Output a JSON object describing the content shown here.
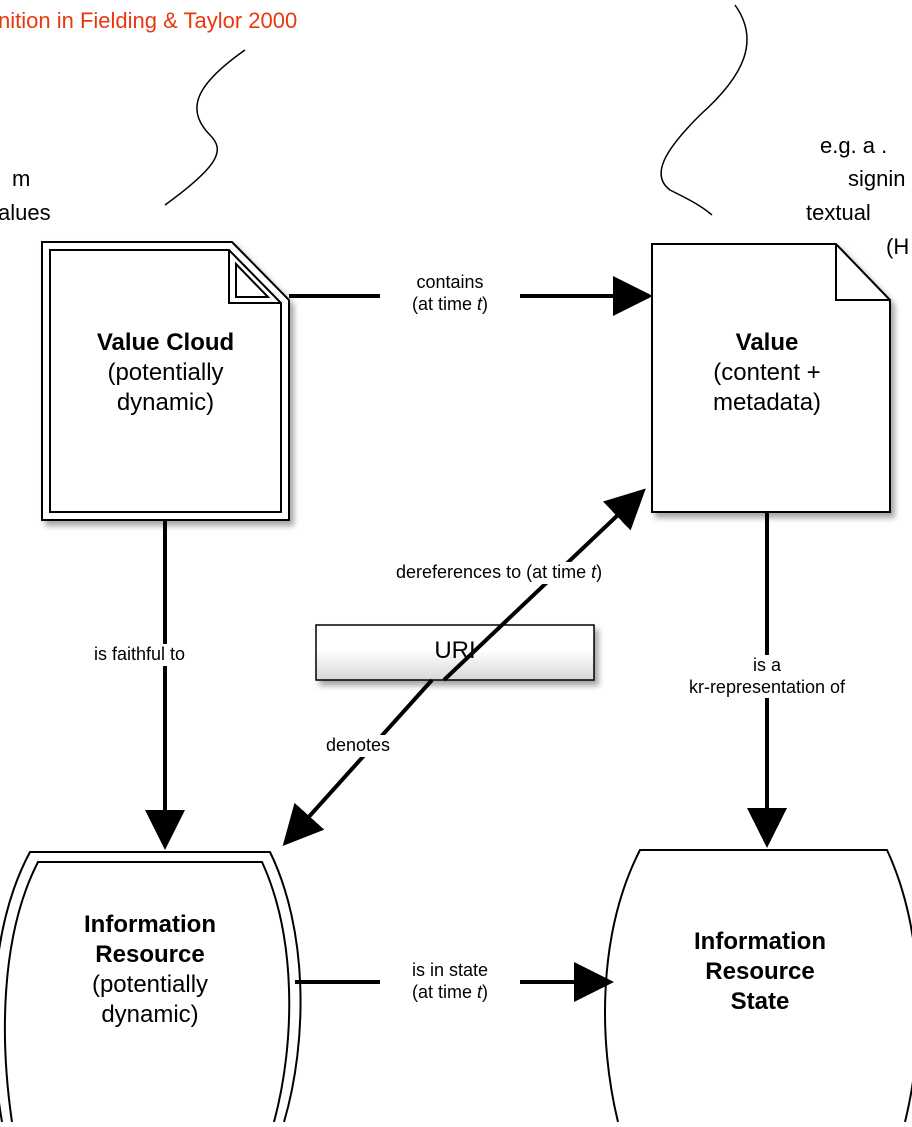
{
  "header": {
    "top_left_red": "nition in Fielding & Taylor 2000"
  },
  "side_notes": {
    "left_line1": "m",
    "left_line2": "alues",
    "right_line1": "e.g. a .",
    "right_line2": "signin",
    "right_line3": "textual",
    "right_line4": "(H"
  },
  "nodes": {
    "value_cloud": {
      "title": "Value Cloud",
      "line2": "(potentially",
      "line3": "dynamic)"
    },
    "value": {
      "title": "Value",
      "line2": "(content +",
      "line3": "metadata)"
    },
    "uri": {
      "label": "URI"
    },
    "info_resource": {
      "title1": "Information",
      "title2": "Resource",
      "line3": "(potentially",
      "line4": "dynamic)"
    },
    "info_resource_state": {
      "title1": "Information",
      "title2": "Resource",
      "title3": "State"
    }
  },
  "edges": {
    "contains": {
      "line1": "contains",
      "line2_prefix": "(at time ",
      "line2_var": "t",
      "line2_suffix": ")"
    },
    "dereferences": {
      "prefix": "dereferences to (at time ",
      "var": "t",
      "suffix": ")"
    },
    "faithful": {
      "label": "is faithful to"
    },
    "kr_rep": {
      "line1": "is a",
      "line2": "kr-representation of"
    },
    "denotes": {
      "label": "denotes"
    },
    "in_state": {
      "line1": "is in state",
      "line2_prefix": "(at time ",
      "line2_var": "t",
      "line2_suffix": ")"
    }
  },
  "colors": {
    "accent_red": "#e8380d",
    "stroke": "#000000",
    "fill": "#ffffff",
    "uri_fill_bottom": "#d8d8d8"
  }
}
